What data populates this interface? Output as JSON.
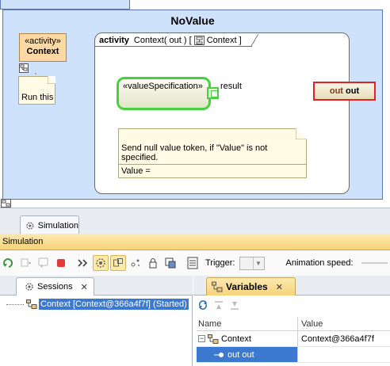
{
  "diagram": {
    "frame_title": "NoValue",
    "activity_box": {
      "stereotype": "«activity»",
      "name": "Context"
    },
    "note_run": "Run this",
    "activity": {
      "keyword": "activity",
      "signature": "Context( out ) [",
      "context_label": "Context ]"
    },
    "value_spec": {
      "stereotype": "«valueSpecification»",
      "pin_label": "result"
    },
    "output_node": {
      "part1": "out",
      "part2": "out"
    },
    "note_value": {
      "text": "Send null value token, if \"Value\" is not specified.",
      "value_line": "Value ="
    },
    "colors": {
      "frame": "#cfe2fb",
      "highlight": "#46d240",
      "selected_border": "#e22222"
    }
  },
  "simulation": {
    "tab_label": "Simulation",
    "header": "Simulation",
    "toolbar": {
      "icons": [
        "run-icon",
        "step-icon",
        "step-into-icon",
        "terminate-icon",
        "skip-icon",
        "animation-icon",
        "pause-icon",
        "breakpoint-icon",
        "lock-icon",
        "export-icon",
        "config-icon"
      ],
      "trigger_label": "Trigger:",
      "animation_label": "Animation speed:"
    },
    "sessions": {
      "tab_label": "Sessions",
      "close": "✕",
      "items": [
        {
          "label": "Context [Context@366a4f7f] (Started)"
        }
      ]
    },
    "variables": {
      "tab_label": "Variables",
      "close": "✕",
      "columns": [
        "Name",
        "Value"
      ],
      "rows": [
        {
          "name": "Context",
          "value": "Context@366a4f7f",
          "expanded": true
        },
        {
          "name": "out out",
          "value": "",
          "selected": true
        }
      ]
    }
  }
}
